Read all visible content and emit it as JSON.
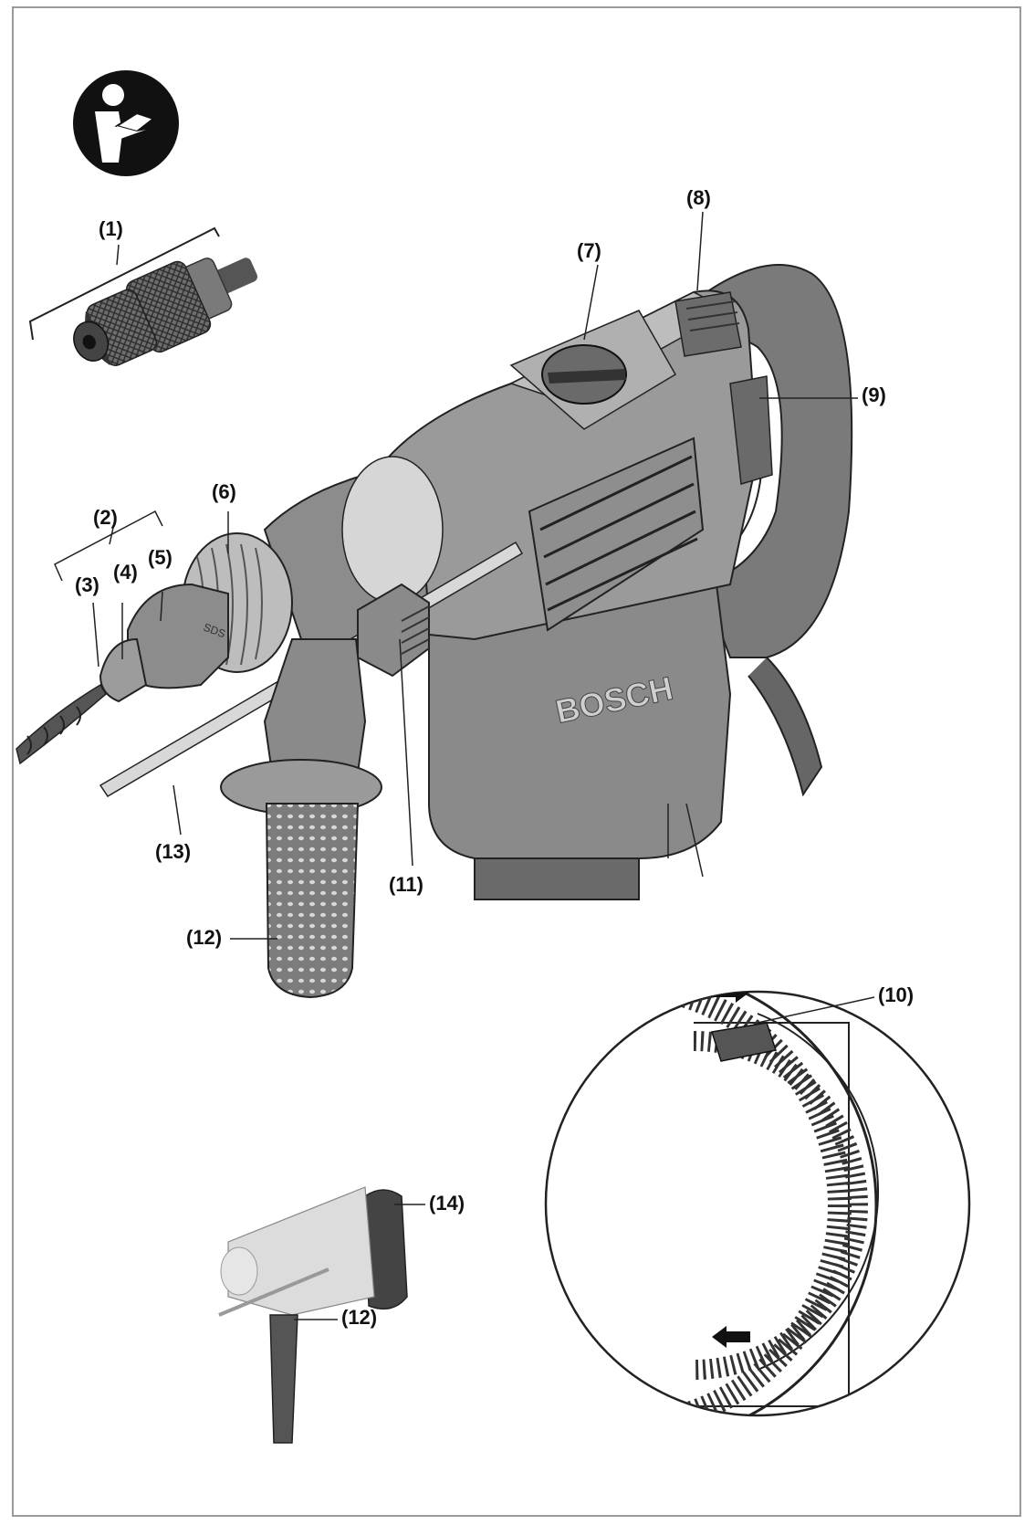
{
  "diagram": {
    "colors": {
      "body": "#8a8a8a",
      "dark": "#555555",
      "light": "#c8c8c8",
      "line": "#222222",
      "frame": "#9a9a9a"
    },
    "icons": [
      "read-manual-icon"
    ],
    "logo_text": "BOSCH",
    "sds_text": "SDS",
    "callouts": {
      "c1": "(1)",
      "c2": "(2)",
      "c3": "(3)",
      "c4": "(4)",
      "c5": "(5)",
      "c6": "(6)",
      "c7": "(7)",
      "c8": "(8)",
      "c9": "(9)",
      "c10": "(10)",
      "c11": "(11)",
      "c12": "(12)",
      "c13": "(13)",
      "c14": "(14)",
      "c12b": "(12)"
    }
  }
}
